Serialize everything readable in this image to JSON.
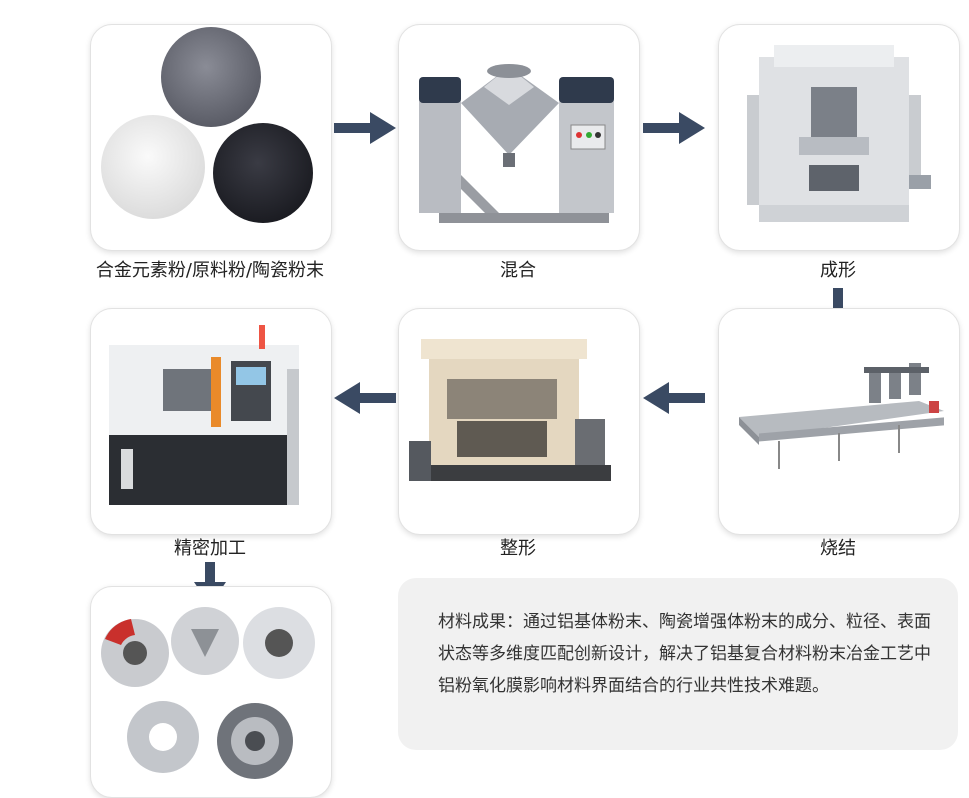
{
  "steps": [
    {
      "id": "powder",
      "label": "合金元素粉/原料粉/陶瓷粉末"
    },
    {
      "id": "mixing",
      "label": "混合"
    },
    {
      "id": "forming",
      "label": "成形"
    },
    {
      "id": "sintering",
      "label": "烧结"
    },
    {
      "id": "sizing",
      "label": "整形"
    },
    {
      "id": "machining",
      "label": "精密加工"
    }
  ],
  "products_label": "",
  "note": {
    "text": "材料成果：通过铝基体粉末、陶瓷增强体粉末的成分、粒径、表面状态等多维度匹配创新设计，解决了铝基复合材料粉末冶金工艺中铝粉氧化膜影响材料界面结合的行业共性技术难题。"
  },
  "colors": {
    "arrow": "#3a4a63",
    "card_border": "#e2e2e2",
    "note_bg": "#f1f1f1"
  },
  "icons": {
    "powder": "powder-piles-image",
    "mixing": "mixer-machine-image",
    "forming": "press-machine-image",
    "sintering": "furnace-line-image",
    "sizing": "sizing-press-image",
    "machining": "cnc-machine-image",
    "products": "brake-disc-products-image"
  }
}
